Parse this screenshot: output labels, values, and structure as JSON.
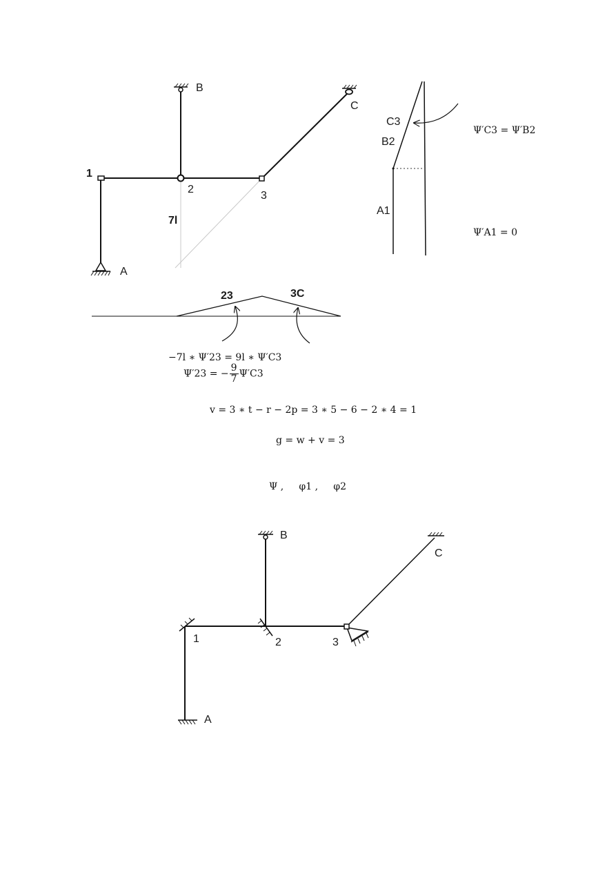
{
  "diagram1": {
    "nodes": [
      "1",
      "2",
      "3"
    ],
    "supports": [
      "A",
      "B",
      "C"
    ],
    "length_label": "7l"
  },
  "plan_diagram": {
    "labels": [
      "C3",
      "B2",
      "A1"
    ],
    "eq_top": "Ψ′C3 = Ψ′B2",
    "eq_bottom": "Ψ′A1 = 0"
  },
  "triangle": {
    "labels": [
      "23",
      "3C"
    ]
  },
  "equations": {
    "eq1": "−7l ∗ Ψ′23 = 9l ∗ Ψ′C3",
    "eq2_lhs": "Ψ′23 = −",
    "eq2_num": "9",
    "eq2_den": "7",
    "eq2_rhs": "Ψ′C3",
    "eq3": "v = 3 ∗ t − r − 2p = 3 ∗ 5 − 6 − 2 ∗ 4 = 1",
    "eq4": "g = w + v = 3",
    "unknowns": "Ψ ,     φ1 ,     φ2"
  },
  "diagram2": {
    "nodes": [
      "1",
      "2",
      "3"
    ],
    "supports": [
      "A",
      "B",
      "C"
    ]
  }
}
